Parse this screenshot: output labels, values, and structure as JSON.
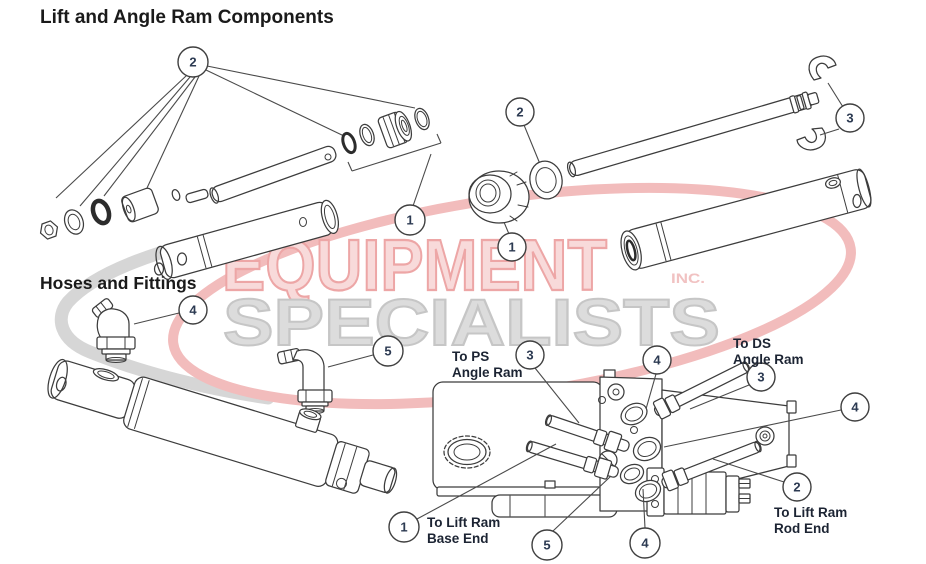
{
  "page_title": "Lift and Angle Ram Components",
  "sections": {
    "hoses_heading": "Hoses and Fittings"
  },
  "watermark": {
    "line1": "EQUIPMENT",
    "inc": "INC.",
    "line2": "SPECIALISTS"
  },
  "labels": {
    "to_ps": {
      "l1": "To PS",
      "l2": "Angle Ram"
    },
    "to_ds": {
      "l1": "To DS",
      "l2": "Angle Ram"
    },
    "lift_rod": {
      "l1": "To Lift Ram",
      "l2": "Rod End"
    },
    "lift_base": {
      "l1": "To Lift Ram",
      "l2": "Base End"
    }
  },
  "callouts": {
    "angle_ram": {
      "seal_kit": "2",
      "gland_group": "1"
    },
    "lift_ram": {
      "packing": "2",
      "gland_nut": "1",
      "clips": "3"
    },
    "hoses": {
      "elbow_90": "4",
      "elbow_street": "5"
    },
    "pump": {
      "ps_hose": "3",
      "top_fitting": "4",
      "ds_hose": "3",
      "right_fitting": "4",
      "rod_hose": "2",
      "bottom_fitting": "4",
      "plug": "5",
      "base_hose": "1"
    }
  },
  "colors": {
    "ink": "#1a1a1a",
    "label_ink": "#1c2433",
    "line": "#3c3c3c",
    "callout_num": "#2c3a52",
    "wm_pink_fill": "#f8dada",
    "wm_pink_stroke": "#eda6a6",
    "wm_gray_fill": "#dcdcdc",
    "wm_gray_stroke": "#c6c6c6",
    "wm_oval_pink": "#f2bcbc",
    "wm_swoosh_gray": "#d6d6d6"
  }
}
